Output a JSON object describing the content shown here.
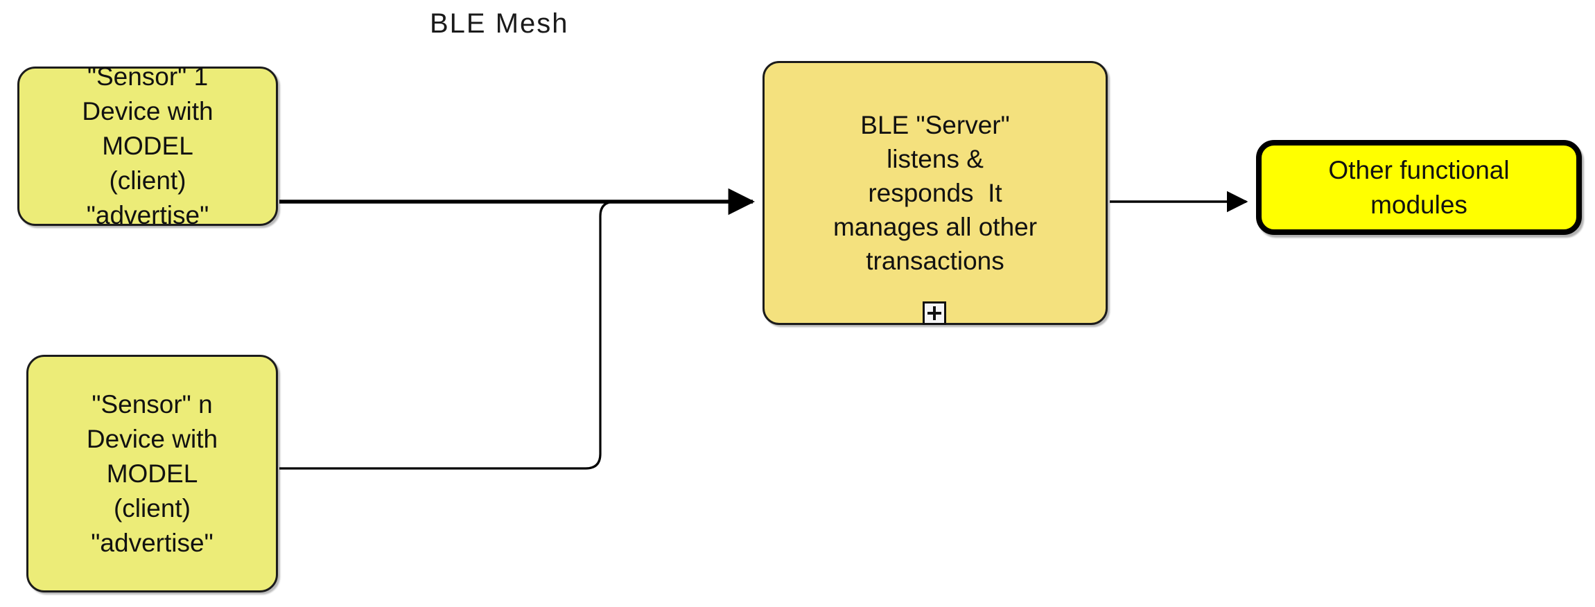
{
  "diagram": {
    "title": "BLE Mesh",
    "background_color": "#ffffff",
    "nodes": [
      {
        "id": "sensor-1",
        "name": "sensor-1-node",
        "lines": [
          "\"Sensor\" 1",
          "Device with",
          "MODEL",
          "(client)",
          "\"advertise\""
        ],
        "fill_color": "#ecec78",
        "border_color": "#1c1c1c"
      },
      {
        "id": "sensor-n",
        "name": "sensor-n-node",
        "lines": [
          "\"Sensor\" n",
          "Device with",
          "MODEL",
          "(client)",
          "\"advertise\""
        ],
        "fill_color": "#ecec78",
        "border_color": "#1c1c1c"
      },
      {
        "id": "ble-server",
        "name": "ble-server-node",
        "lines": [
          "BLE \"Server\"",
          "listens &",
          "responds  It",
          "manages all other",
          "transactions"
        ],
        "fill_color": "#f4e17e",
        "border_color": "#1c1c1c",
        "expand_icon": "plus-icon",
        "expand_label": "+"
      },
      {
        "id": "other-modules",
        "name": "other-functional-modules-node",
        "lines": [
          "Other functional",
          "modules"
        ],
        "fill_color": "#ffff00",
        "border_color": "#000000"
      }
    ],
    "connectors": [
      {
        "id": "sensor1-to-server",
        "from": "sensor-1",
        "to": "ble-server",
        "style": "orthogonal",
        "arrowhead": "filled-triangle",
        "stroke_color": "#000000"
      },
      {
        "id": "sensorn-to-server",
        "from": "sensor-n",
        "to": "ble-server",
        "style": "orthogonal-merge",
        "arrowhead": "none",
        "stroke_color": "#000000"
      },
      {
        "id": "server-to-modules",
        "from": "ble-server",
        "to": "other-modules",
        "style": "straight",
        "arrowhead": "filled-triangle",
        "stroke_color": "#000000"
      }
    ]
  }
}
